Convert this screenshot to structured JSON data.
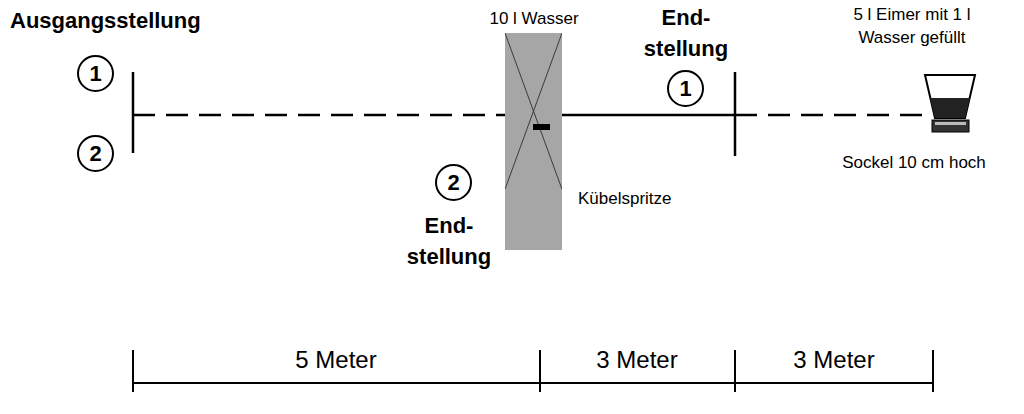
{
  "diagram": {
    "nodes": [
      {
        "text": [
          "1"
        ]
      },
      {
        "text": [
          "2"
        ]
      },
      {
        "text": [
          "10 l Wasser",
          "Kübelspritze"
        ]
      },
      {
        "text": [
          "2"
        ]
      },
      {
        "text": [
          "1"
        ]
      },
      {
        "text": [
          "5 l Eimer mit 1 l Wasser gefüllt",
          "Sockel 10 cm hoch"
        ]
      }
    ],
    "labels": [
      "Ausgangsstellung",
      "End- stellung",
      "End- stellung",
      "5 Meter",
      "3 Meter",
      "3 Meter"
    ]
  }
}
